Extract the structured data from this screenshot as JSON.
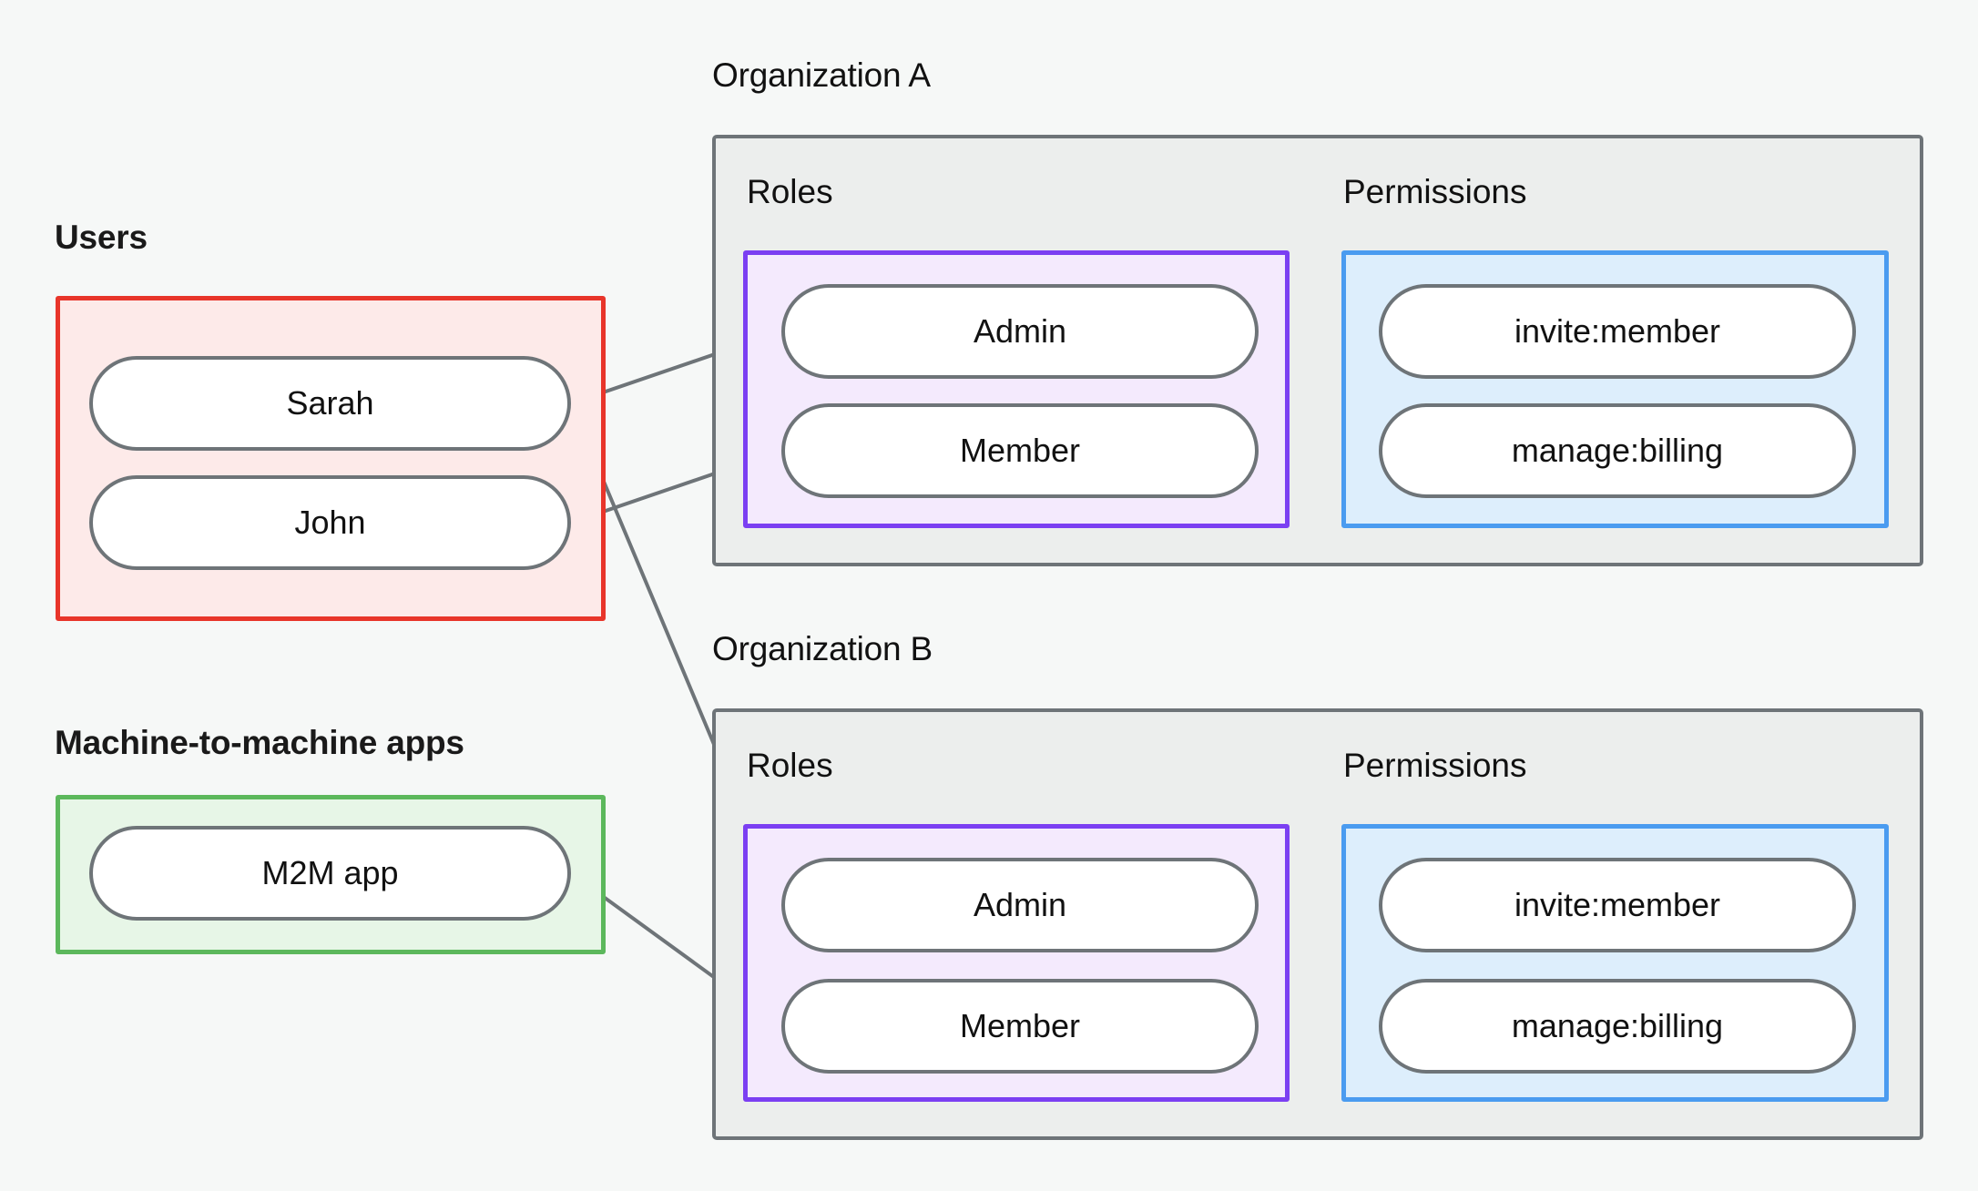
{
  "diagram": {
    "title": "RBAC organizations diagram",
    "colors": {
      "background": "#f6f8f7",
      "users_border": "#e8352a",
      "users_fill": "#fdeae9",
      "m2m_border": "#5cb85c",
      "m2m_fill": "#e7f6e7",
      "org_border": "#6e7478",
      "org_fill": "#eceeed",
      "roles_border": "#7b3ff2",
      "roles_fill": "#f4eafd",
      "permissions_border": "#4a9bf0",
      "permissions_fill": "#ddeefc",
      "pill_border": "#6e7478",
      "pill_fill": "#ffffff",
      "edge": "#6e7478",
      "text": "#111111"
    }
  },
  "users": {
    "caption": "Users",
    "items": [
      {
        "label": "Sarah"
      },
      {
        "label": "John"
      }
    ]
  },
  "m2m": {
    "caption": "Machine-to-machine apps",
    "items": [
      {
        "label": "M2M app"
      }
    ]
  },
  "organizations": [
    {
      "caption": "Organization A",
      "roles_label": "Roles",
      "permissions_label": "Permissions",
      "roles": [
        {
          "label": "Admin"
        },
        {
          "label": "Member"
        }
      ],
      "permissions": [
        {
          "label": "invite:member"
        },
        {
          "label": "manage:billing"
        }
      ]
    },
    {
      "caption": "Organization B",
      "roles_label": "Roles",
      "permissions_label": "Permissions",
      "roles": [
        {
          "label": "Admin"
        },
        {
          "label": "Member"
        }
      ],
      "permissions": [
        {
          "label": "invite:member"
        },
        {
          "label": "manage:billing"
        }
      ]
    }
  ],
  "connections": [
    {
      "from": "Sarah",
      "to": "Organization A / Admin"
    },
    {
      "from": "Sarah",
      "to": "Organization B / Admin"
    },
    {
      "from": "John",
      "to": "Organization A / Member"
    },
    {
      "from": "M2M app",
      "to": "Organization B / Member"
    },
    {
      "from": "Organization A / Admin",
      "to": "Organization A / invite:member"
    },
    {
      "from": "Organization A / Admin",
      "to": "Organization A / manage:billing"
    },
    {
      "from": "Organization A / Member",
      "to": "Organization A / manage:billing"
    },
    {
      "from": "Organization B / Admin",
      "to": "Organization B / invite:member"
    },
    {
      "from": "Organization B / Admin",
      "to": "Organization B / manage:billing"
    },
    {
      "from": "Organization B / Member",
      "to": "Organization B / manage:billing"
    }
  ]
}
